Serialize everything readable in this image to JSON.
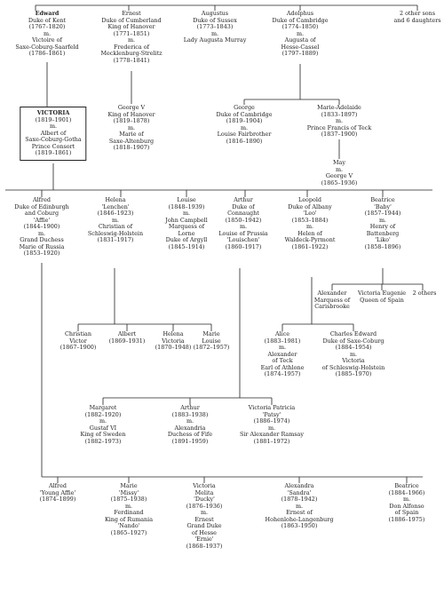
{
  "nodes": {
    "edward": [
      "Edward",
      "Duke of Kent",
      "(1767–1820)",
      "m.",
      "Victoire of",
      "Saxe-Coburg-Saarfeld",
      "(1786–1861)"
    ],
    "ernest": [
      "Ernest",
      "Duke of Cumberland",
      "King of Hanover",
      "(1771–1851)",
      "m.",
      "Frederica of",
      "Mecklenburg-Strelitz",
      "(1778–1841)"
    ],
    "augustus": [
      "Augustus",
      "Duke of Sussex",
      "(1773–1843)",
      "m.",
      "Lady Augusta Murray"
    ],
    "adolphus": [
      "Adolphus",
      "Duke of Cambridge",
      "(1774–1850)",
      "m.",
      "Augusta of",
      "Hesse-Cassel",
      "(1797–1889)"
    ],
    "others_top": [
      "2 other sons",
      "and 6 daughters"
    ],
    "victoria": [
      "VICTORIA",
      "(1819–1901)",
      "m.",
      "Albert of",
      "Saxe-Coburg-Gotha",
      "Prince Consort",
      "(1819–1861)"
    ],
    "george5h": [
      "George V",
      "King of Hanover",
      "(1819–1878)",
      "m.",
      "Marie of",
      "Saxe-Altenburg",
      "(1818–1907)"
    ],
    "georgecam": [
      "George",
      "Duke of Cambridge",
      "(1819–1904)",
      "m.",
      "Louise Fairbrother",
      "(1816–1890)"
    ],
    "marieadelaide": [
      "Marie-Adelaide",
      "(1833–1897)",
      "m.",
      "Prince Francis of Teck",
      "(1837–1900)"
    ],
    "may": [
      "May",
      "m.",
      "George V",
      "(1865–1936)"
    ],
    "alfred": [
      "Alfred",
      "Duke of Edinburgh",
      "and Coburg",
      "'Affie'",
      "(1844–1900)",
      "m.",
      "Grand Duchess",
      "Marie of Russia",
      "(1853–1920)"
    ],
    "helena": [
      "Helena",
      "'Lenchen'",
      "(1846–1923)",
      "m.",
      "Christian of",
      "Schleswig-Holstein",
      "(1831–1917)"
    ],
    "louise": [
      "Louise",
      "(1848–1939)",
      "m.",
      "John Campbell",
      "Marquess of",
      "Lorne",
      "Duke of Argyll",
      "(1845–1914)"
    ],
    "arthur": [
      "Arthur",
      "Duke of",
      "Connaught",
      "(1850–1942)",
      "m.",
      "Louise of Prussia",
      "'Louischen'",
      "(1860–1917)"
    ],
    "leopold": [
      "Leopold",
      "Duke of Albany",
      "'Leo'",
      "(1853–1884)",
      "m.",
      "Helen of",
      "Waldeck-Pyrmont",
      "(1861–1922)"
    ],
    "beatrice": [
      "Beatrice",
      "'Baby'",
      "(1857–1944)",
      "m.",
      "Henry of",
      "Battenberg",
      "'Liko'",
      "(1858–1896)"
    ],
    "alexander": [
      "Alexander",
      "Marquess of",
      "Carisbrooke"
    ],
    "victoriaeugenie": [
      "Victoria Eugenie",
      "Queen of Spain"
    ],
    "others_b": [
      "2 others"
    ],
    "christianv": [
      "Christian",
      "Victor",
      "(1867–1900)"
    ],
    "albert": [
      "Albert",
      "(1869–1931)"
    ],
    "helenav": [
      "Helena",
      "Victoria",
      "(1870–1948)"
    ],
    "mariel": [
      "Marie",
      "Louise",
      "(1872–1957)"
    ],
    "alice": [
      "Alice",
      "(1883–1981)",
      "m.",
      "Alexander",
      "of Teck",
      "Earl of Athlone",
      "(1874–1957)"
    ],
    "charlesedward": [
      "Charles Edward",
      "Duke of Saxe-Coburg",
      "(1884–1954)",
      "m.",
      "Victoria",
      "of Schleswig-Holstein",
      "(1885–1970)"
    ],
    "margaret": [
      "Margaret",
      "(1882–1920)",
      "m.",
      "Gustaf VI",
      "King of Sweden",
      "(1882–1973)"
    ],
    "arthurjr": [
      "Arthur",
      "(1883–1938)",
      "m.",
      "Alexandria",
      "Duchess of Fife",
      "(1891–1959)"
    ],
    "patsy": [
      "Victoria Patricia",
      "'Patsy'",
      "(1886–1974)",
      "m.",
      "Sir Alexander Ramsay",
      "(1881–1972)"
    ],
    "alfredjr": [
      "Alfred",
      "'Young Affie'",
      "(1874–1899)"
    ],
    "missy": [
      "Marie",
      "'Missy'",
      "(1875–1938)",
      "m.",
      "Ferdinand",
      "King of Rumania",
      "'Nando'",
      "(1865–1927)"
    ],
    "ducky": [
      "Victoria",
      "Melita",
      "'Ducky'",
      "(1876–1936)",
      "m.",
      "Ernest",
      "Grand Duke",
      "of Hesse",
      "'Ernie'",
      "(1868–1937)"
    ],
    "sandra": [
      "Alexandra",
      "'Sandra'",
      "(1878–1942)",
      "m.",
      "Ernest of",
      "Hohenlohe-Langenburg",
      "(1863–1950)"
    ],
    "beatricejr": [
      "Beatrice",
      "(1884–1966)",
      "m.",
      "Don Alfonso",
      "of Spain",
      "(1886–1975)"
    ]
  }
}
